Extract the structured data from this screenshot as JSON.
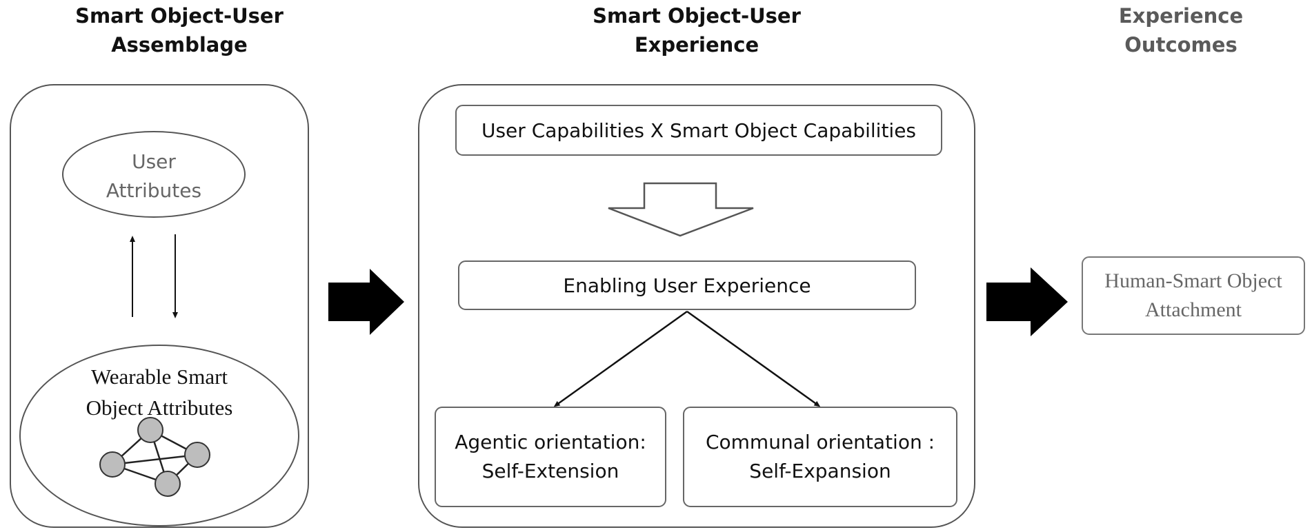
{
  "columns": {
    "assemblage": {
      "line1": "Smart Object-User",
      "line2": "Assemblage"
    },
    "experience": {
      "line1": "Smart Object-User",
      "line2": "Experience"
    },
    "outcomes": {
      "line1": "Experience",
      "line2": "Outcomes"
    }
  },
  "assemblage_panel": {
    "user_attributes": {
      "line1": "User",
      "line2": "Attributes"
    },
    "wearable_attributes": {
      "line1": "Wearable Smart",
      "line2": "Object Attributes"
    }
  },
  "experience_panel": {
    "capabilities": "User Capabilities X Smart Object Capabilities",
    "enabling": "Enabling User Experience",
    "agentic": {
      "line1": "Agentic orientation:",
      "line2": "Self-Extension"
    },
    "communal": {
      "line1": "Communal orientation :",
      "line2": "Self-Expansion"
    }
  },
  "outcome": {
    "line1": "Human-Smart Object",
    "line2": "Attachment"
  },
  "colors": {
    "stroke": "#555555",
    "node_fill": "#bdbdbd",
    "arrow_fill": "#000000",
    "outcome_text": "#666666"
  }
}
